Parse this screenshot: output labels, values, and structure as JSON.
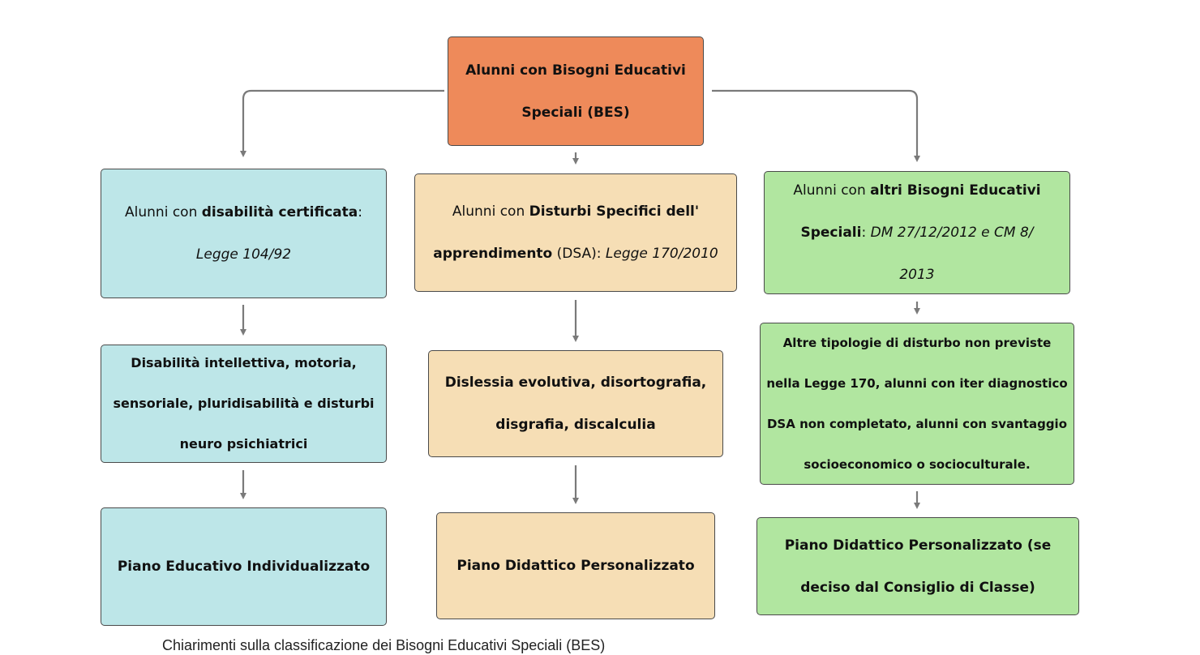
{
  "root": {
    "line1": "Alunni con Bisogni Educativi",
    "line2": "Speciali (BES)"
  },
  "col1": {
    "header": {
      "prefix": "Alunni con ",
      "bold": "disabilità certificata",
      "suffix": ":",
      "law": "Legge 104/92"
    },
    "types": [
      "Disabilità intellettiva, motoria,",
      "sensoriale, pluridisabilità e disturbi",
      "neuro psichiatrici"
    ],
    "plan": "Piano Educativo Individualizzato"
  },
  "col2": {
    "header": {
      "prefix": "Alunni con ",
      "bold1": "Disturbi Specifici dell'",
      "bold2": "apprendimento",
      "mid": " (DSA): ",
      "law": "Legge 170/2010"
    },
    "types": [
      "Dislessia evolutiva, disortografia,",
      "disgrafia, discalculia"
    ],
    "plan": "Piano Didattico Personalizzato"
  },
  "col3": {
    "header": {
      "prefix": "Alunni con ",
      "bold1": "altri Bisogni Educativi",
      "bold2": "Speciali",
      "suffix": ": ",
      "law": "DM 27/12/2012 e CM 8/",
      "law2": "2013"
    },
    "types": [
      "Altre tipologie di disturbo non previste",
      "nella Legge 170, alunni con iter diagnostico",
      "DSA non completato, alunni con svantaggio",
      "socioeconomico o socioculturale."
    ],
    "plan": [
      "Piano Didattico Personalizzato (se",
      "deciso dal Consiglio di Classe)"
    ]
  },
  "caption": "Chiarimenti sulla classificazione dei Bisogni Educativi Speciali (BES)"
}
